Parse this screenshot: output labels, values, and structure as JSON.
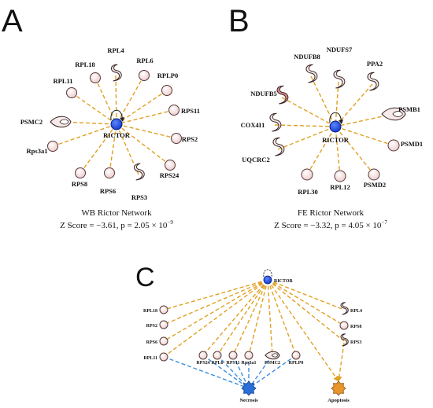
{
  "panelA": {
    "letter": "A",
    "hub": "RICTOR",
    "nodes": [
      "RPL4",
      "RPL6",
      "RPLP0",
      "RPS11",
      "RPS2",
      "RPS24",
      "RPS3",
      "RPS6",
      "RPS8",
      "Rps3a1",
      "PSMC2",
      "RPL11",
      "RPL18"
    ],
    "caption1": "WB Rictor Network",
    "caption2": "Z Score = −3.61, p = 2.05 × 10",
    "caption2_exp": "−9"
  },
  "panelB": {
    "letter": "B",
    "hub": "RICTOR",
    "nodes": [
      "NDUFS7",
      "PPA2",
      "PSMB1",
      "PSMD1",
      "PSMD2",
      "RPL12",
      "RPL30",
      "UQCRC2",
      "COX4I1",
      "NDUFB5",
      "NDUFB8"
    ],
    "caption1": "FE Rictor Network",
    "caption2": "Z Score = −3.32, p = 4.05 × 10",
    "caption2_exp": "−7"
  },
  "panelC": {
    "letter": "C",
    "hub": "RICTOR",
    "left_nodes": [
      "RPL18",
      "RPS2",
      "RPS6",
      "RPL11"
    ],
    "bottom_nodes": [
      "RPS24",
      "RPL6",
      "RPS11",
      "Rps3a1",
      "PSMC2",
      "RPLP0"
    ],
    "right_nodes": [
      "RPL4",
      "RPS8",
      "RPS3"
    ],
    "outcomes": [
      "Necrosis",
      "Apoptosis"
    ]
  },
  "colors": {
    "hub": "#1f4fe0",
    "node_fill": "#f3dede",
    "edge_orange": "#e0a020",
    "edge_blue": "#3a8ee0",
    "necrosis": "#2a6fd8",
    "apoptosis": "#e8952a"
  }
}
